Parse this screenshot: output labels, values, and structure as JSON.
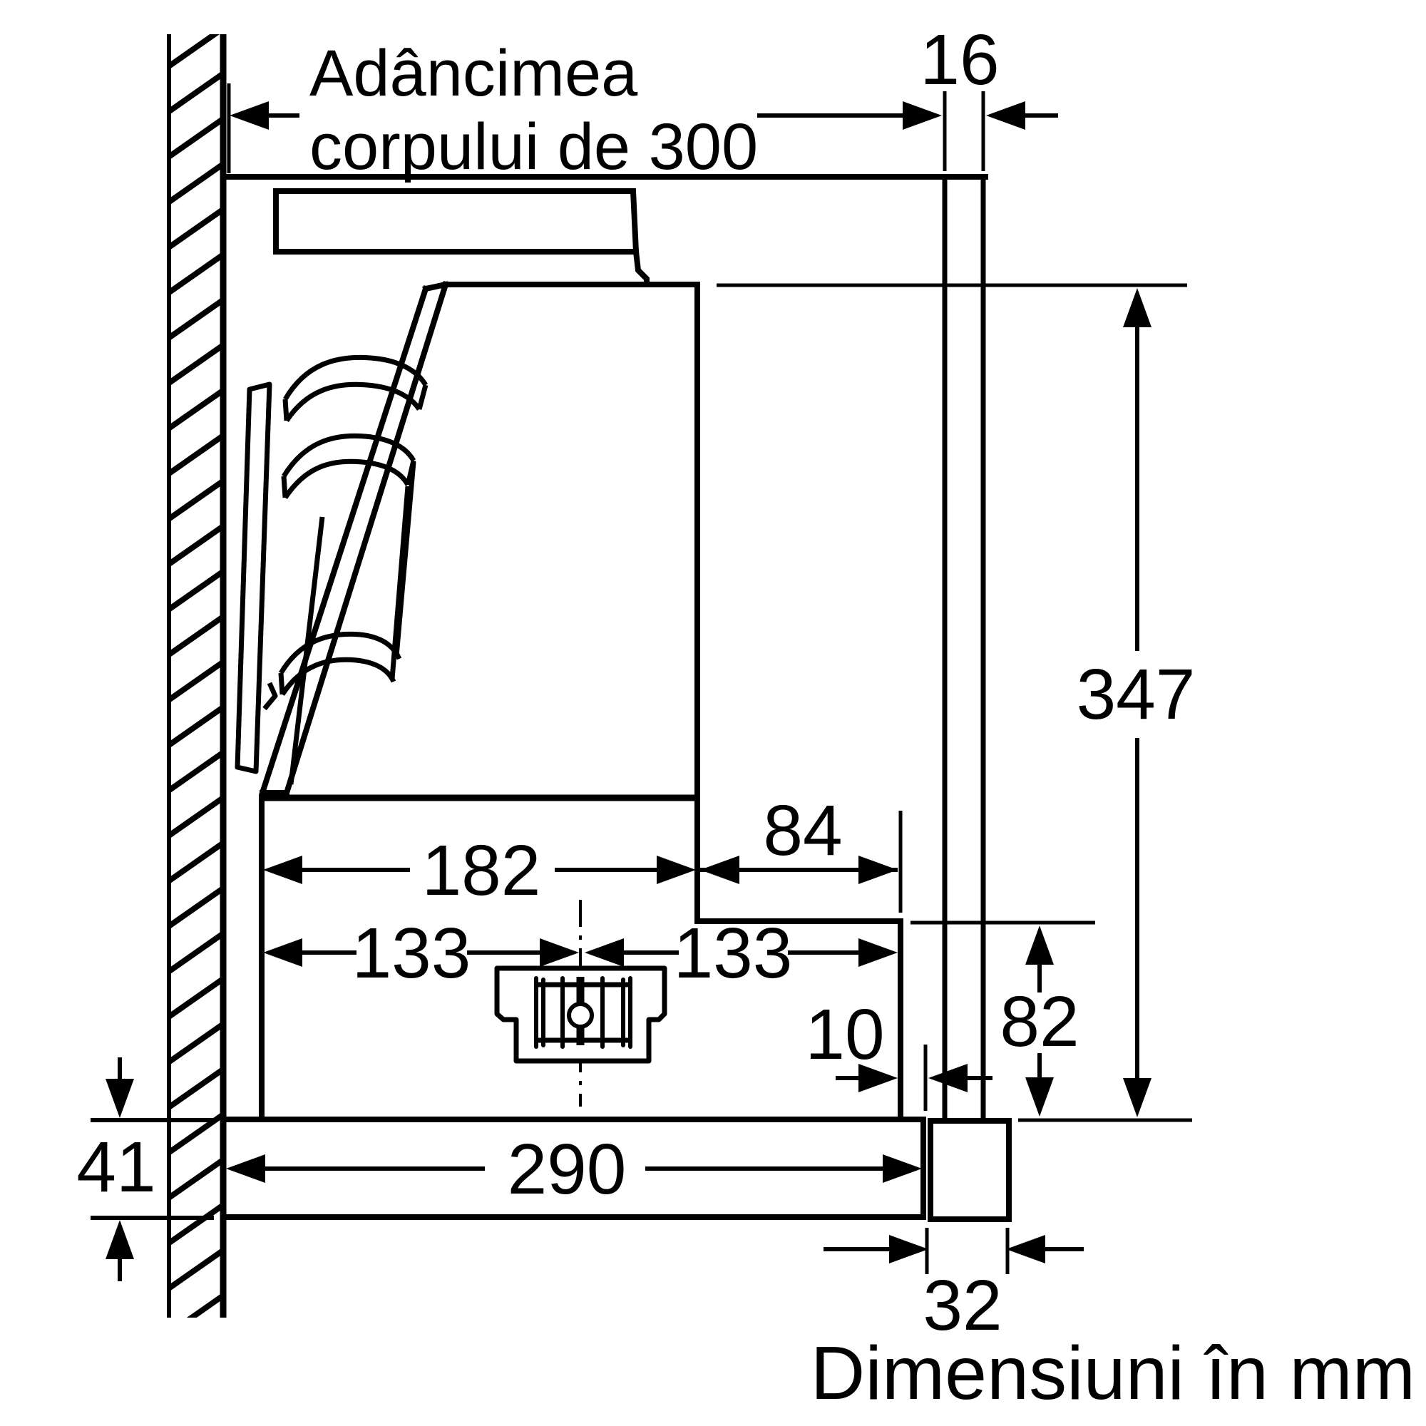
{
  "page": {
    "background": "#ffffff",
    "ink": "#000000"
  },
  "diagram": {
    "unit_note": "Dimensiuni în mm",
    "depth_label": {
      "line1": "Adâncimea",
      "line2": "corpului de 300"
    },
    "dimensions": {
      "panel_thickness": "16",
      "hood_height": "347",
      "body_width": "182",
      "front_offset": "84",
      "center_to_left": "133",
      "center_to_right": "133",
      "front_gap": "10",
      "lower_height": "82",
      "worktop_thickness": "41",
      "bottom_depth": "290",
      "strip_width": "32"
    }
  }
}
